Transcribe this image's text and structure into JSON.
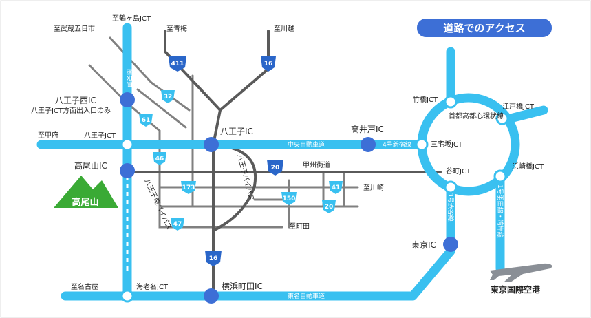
{
  "title": "道路でのアクセス",
  "colors": {
    "expressway": "#39c0f0",
    "ic_node": "#3d6fd6",
    "general_road": "#555555",
    "local_road": "#777777",
    "shield": "#2a66c9",
    "mountain": "#3aaa35",
    "title_pill": "#3d6fd6"
  },
  "destinations": {
    "tsurugashima": "至鶴ヶ島JCT",
    "musashi_itsukaichi": "至武蔵五日市",
    "ome": "至青梅",
    "kawagoe": "至川越",
    "kofu": "至甲府",
    "kawasaki": "至川崎",
    "machida": "至町田",
    "nagoya": "至名古屋"
  },
  "interchanges": {
    "hachioji_nishi": "八王子西IC",
    "hachioji_nishi_note": "八王子JCT方面出入口のみ",
    "hachioji_jct": "八王子JCT",
    "hachioji_ic": "八王子IC",
    "takaido_ic": "高井戸IC",
    "takaosan_ic": "高尾山IC",
    "ebina_jct": "海老名JCT",
    "yokohama_machida_ic": "横浜町田IC",
    "tokyo_ic": "東京IC",
    "takebashi_jct": "竹橋JCT",
    "edobashi_jct": "江戸橋JCT",
    "miyakezaka_jct": "三宅坂JCT",
    "tanimachi_jct": "谷町JCT",
    "hamazakibashi_jct": "浜崎橋JCT"
  },
  "roads": {
    "ken_o": "圏央道",
    "chuo": "中央自動車道",
    "shinjuku_route": "4号新宿線",
    "tomei": "東名自動車道",
    "koshu_kaido": "甲州街道",
    "hachioji_bypass": "八王子バイパス",
    "hachioji_minami_bypass": "八王子南バイパス",
    "meguro_route": "3号渋谷線",
    "haneda_route": "1号羽田線・湾岸線",
    "shuto_loop": "首都高都心環状線"
  },
  "shields": [
    "411",
    "16",
    "32",
    "61",
    "46",
    "20",
    "173",
    "41",
    "150",
    "20",
    "47",
    "16"
  ],
  "landmarks": {
    "takaosan": "高尾山",
    "haneda": "東京国際空港"
  }
}
